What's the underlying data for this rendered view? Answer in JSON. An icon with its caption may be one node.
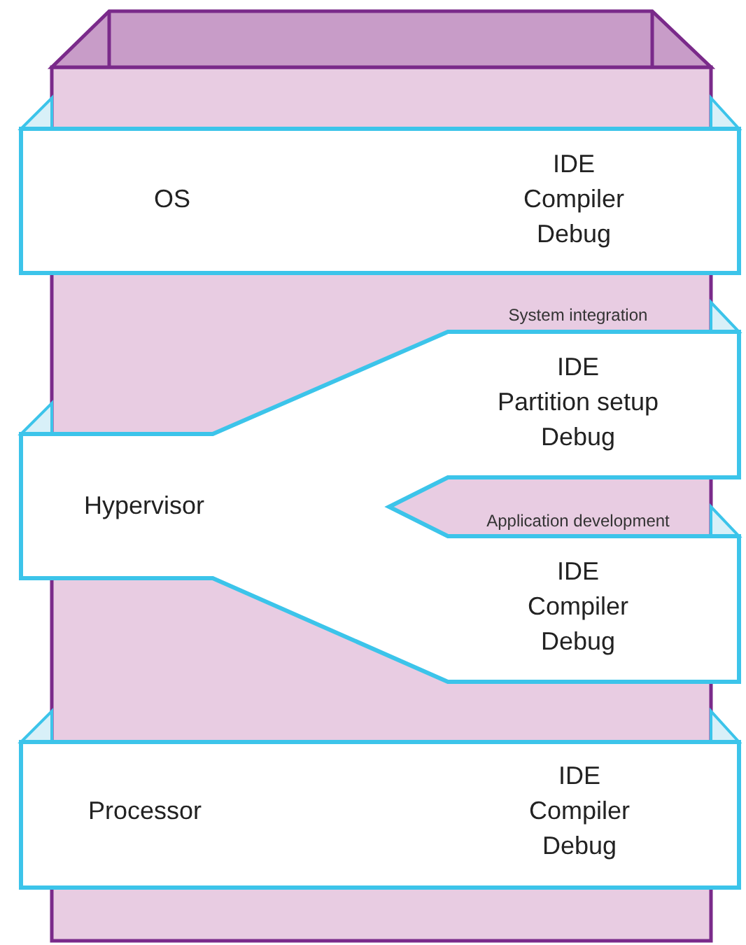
{
  "diagram": {
    "nodes": [
      {
        "text": [
          "OS",
          "IDE Compiler Debug"
        ]
      },
      {
        "text": [
          "Hypervisor",
          "IDE Partition setup Debug",
          "IDE Compiler Debug"
        ],
        "beside": [
          "System integration",
          "Application development"
        ]
      },
      {
        "text": [
          "Processor",
          "IDE Compiler Debug"
        ]
      }
    ]
  }
}
